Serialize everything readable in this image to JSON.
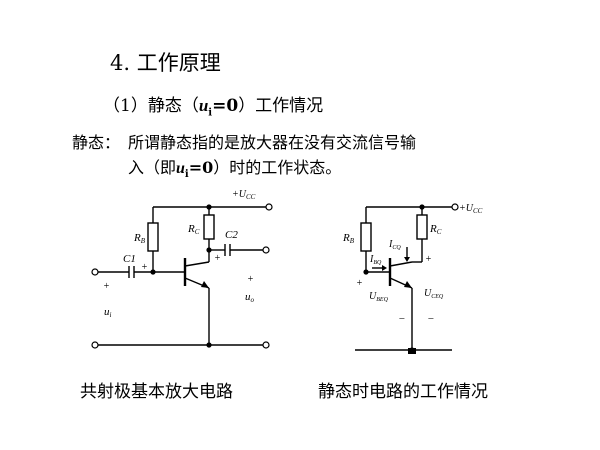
{
  "title": "4. 工作原理",
  "subtitle": {
    "prefix": "（1）静态（",
    "var": "u",
    "var_sub": "i",
    "eq": "=0",
    "suffix": "）工作情况"
  },
  "definition": {
    "label": "静态：",
    "line1": "所谓静态指的是放大器在没有交流信号输",
    "line2_prefix": "入（即",
    "var": "u",
    "var_sub": "i",
    "eq": "=0",
    "line2_suffix": "）时的工作状态。"
  },
  "circuit_left": {
    "vcc_label": "+U",
    "vcc_sub": "CC",
    "rb": "R",
    "rb_sub": "B",
    "rc": "R",
    "rc_sub": "C",
    "c1": "C1",
    "c2": "C2",
    "ui": "u",
    "ui_sub": "i",
    "uo": "u",
    "uo_sub": "o",
    "plus": "+"
  },
  "circuit_right": {
    "vcc_label": "+U",
    "vcc_sub": "CC",
    "rb": "R",
    "rb_sub": "B",
    "rc": "R",
    "rc_sub": "C",
    "ibq": "I",
    "ibq_sub": "BQ",
    "icq": "I",
    "icq_sub": "CQ",
    "ubeq": "U",
    "ubeq_sub": "BEQ",
    "uceq": "U",
    "uceq_sub": "CEQ",
    "plus": "+",
    "minus": "−"
  },
  "captions": {
    "left": "共射极基本放大电路",
    "right": "静态时电路的工作情况"
  }
}
